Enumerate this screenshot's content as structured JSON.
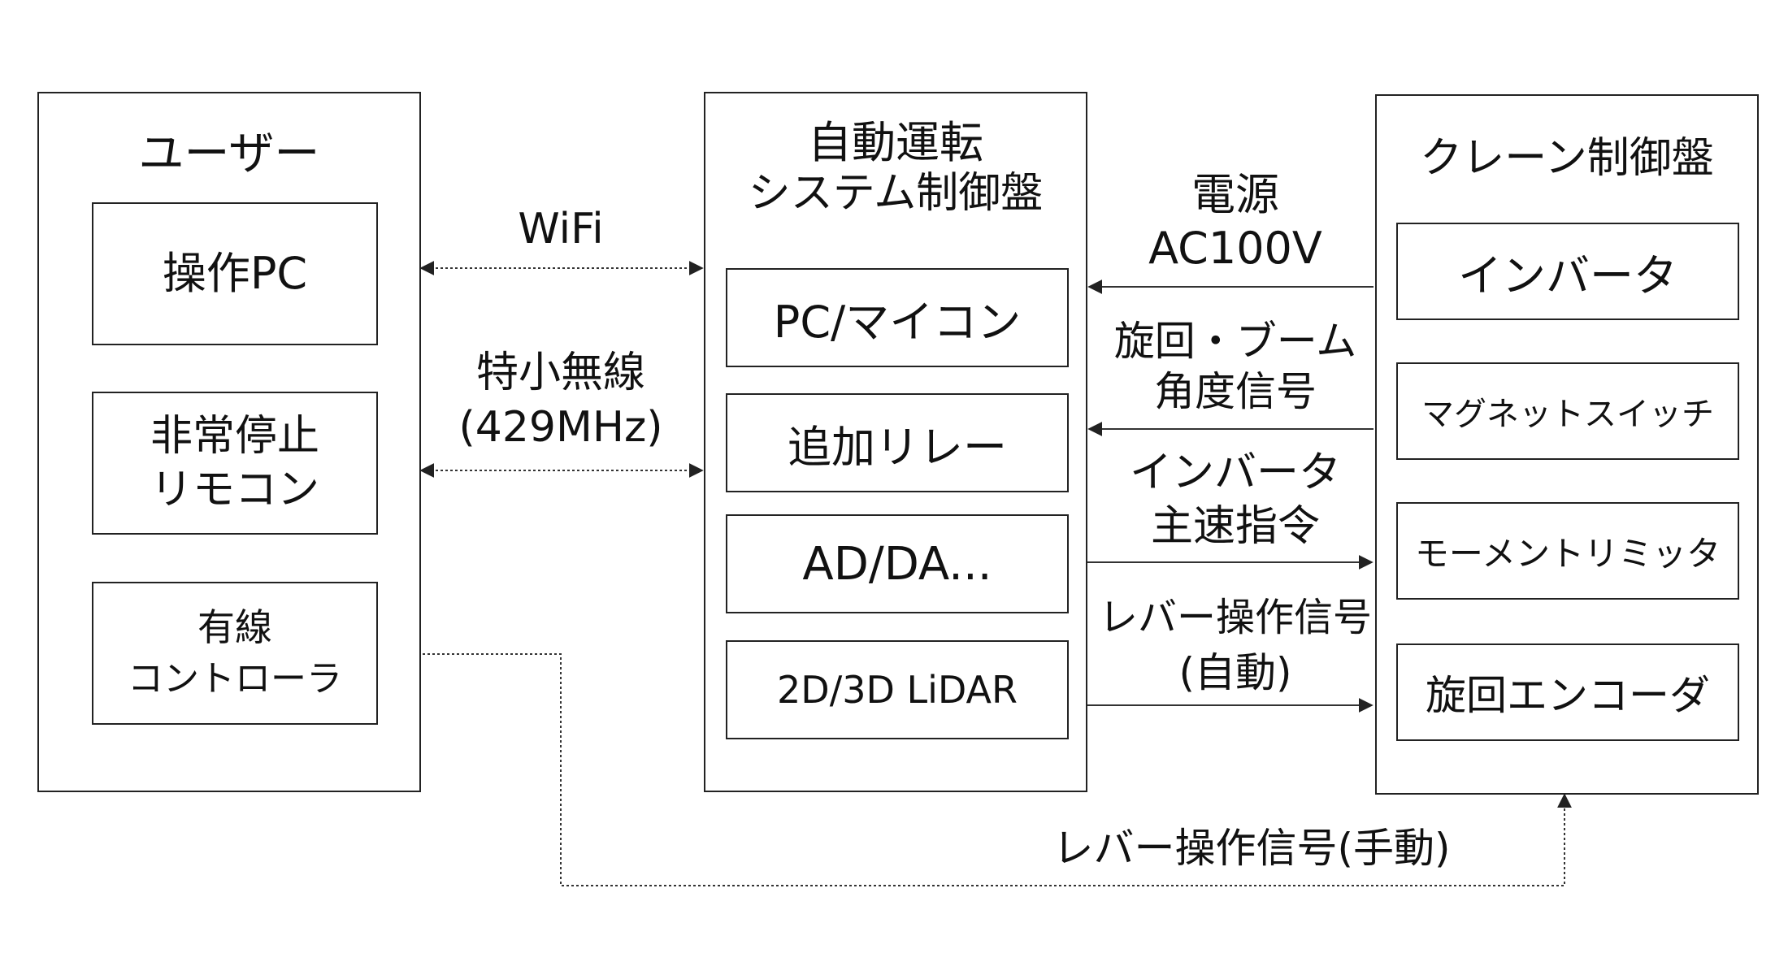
{
  "user_panel": {
    "title": "ユーザー",
    "items": [
      {
        "line1": "操作PC",
        "line2": ""
      },
      {
        "line1": "非常停止",
        "line2": "リモコン"
      },
      {
        "line1": "有線",
        "line2": "コントローラ"
      }
    ]
  },
  "auto_panel": {
    "title_line1": "自動運転",
    "title_line2": "システム制御盤",
    "items": [
      {
        "label": "PC/マイコン"
      },
      {
        "label": "追加リレー"
      },
      {
        "label": "AD/DA..."
      },
      {
        "label": "2D/3D LiDAR"
      }
    ]
  },
  "crane_panel": {
    "title": "クレーン制御盤",
    "items": [
      {
        "label": "インバータ"
      },
      {
        "label": "マグネットスイッチ"
      },
      {
        "label": "モーメントリミッタ"
      },
      {
        "label": "旋回エンコーダ"
      }
    ]
  },
  "links": {
    "wifi": "WiFi",
    "radio_line1": "特小無線",
    "radio_line2": "(429MHz)",
    "power_line1": "電源",
    "power_line2": "AC100V",
    "angle_line1": "旋回・ブーム",
    "angle_line2": "角度信号",
    "speed_line1": "インバータ",
    "speed_line2": "主速指令",
    "lever_auto_line1": "レバー操作信号",
    "lever_auto_line2": "(自動)",
    "lever_manual": "レバー操作信号(手動)"
  }
}
